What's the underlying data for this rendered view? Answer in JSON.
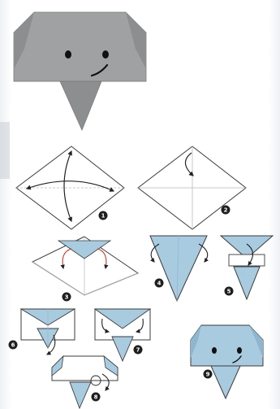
{
  "colors": {
    "finished_paper": "#9fa1a3",
    "finished_paper_dark": "#8c8e90",
    "diagram_fill": "#a9cbe0",
    "diagram_fill_dark": "#8fb6cf",
    "outline": "#3b3b3b",
    "guide_line": "#b9b9b9",
    "step_badge": "#1e1e1e",
    "face_feature": "#111111"
  },
  "icons": {
    "fold_arrow": "curved-arrow-icon",
    "step_marker": "step-number-badge-icon"
  },
  "steps": [
    {
      "label": "1"
    },
    {
      "label": "2"
    },
    {
      "label": "3"
    },
    {
      "label": "4"
    },
    {
      "label": "5"
    },
    {
      "label": "6"
    },
    {
      "label": "7"
    },
    {
      "label": "8"
    },
    {
      "label": "9"
    }
  ]
}
